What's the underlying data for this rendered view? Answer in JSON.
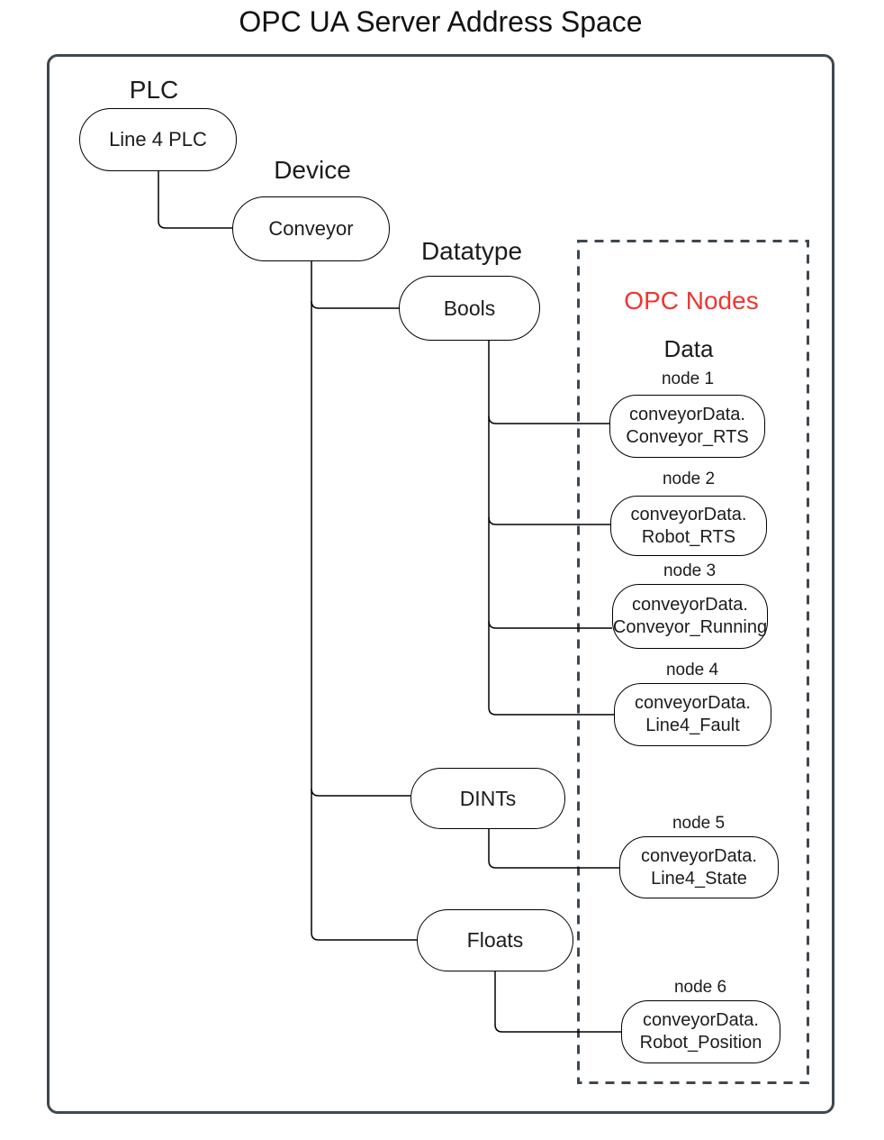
{
  "title": "OPC UA Server Address Space",
  "colors": {
    "frame": "#3f474f",
    "edge": "#000000",
    "nodeBorder": "#000000",
    "opcRed": "#f03530"
  },
  "plc": {
    "group_label": "PLC",
    "node_label": "Line 4 PLC"
  },
  "device": {
    "group_label": "Device",
    "node_label": "Conveyor"
  },
  "datatypes": {
    "group_label": "Datatype",
    "bools": "Bools",
    "dints": "DINTs",
    "floats": "Floats"
  },
  "opc": {
    "box_title": "OPC Nodes",
    "section_label": "Data",
    "nodes": [
      {
        "id": "node 1",
        "line1": "conveyorData.",
        "line2": "Conveyor_RTS"
      },
      {
        "id": "node 2",
        "line1": "conveyorData.",
        "line2": "Robot_RTS"
      },
      {
        "id": "node 3",
        "line1": "conveyorData.",
        "line2": "Conveyor_Running"
      },
      {
        "id": "node 4",
        "line1": "conveyorData.",
        "line2": "Line4_Fault"
      },
      {
        "id": "node 5",
        "line1": "conveyorData.",
        "line2": "Line4_State"
      },
      {
        "id": "node 6",
        "line1": "conveyorData.",
        "line2": "Robot_Position"
      }
    ]
  },
  "edges": [
    {
      "from": "Line 4 PLC",
      "to": "Conveyor"
    },
    {
      "from": "Conveyor",
      "to": "Bools"
    },
    {
      "from": "Conveyor",
      "to": "DINTs"
    },
    {
      "from": "Conveyor",
      "to": "Floats"
    },
    {
      "from": "Bools",
      "to": "conveyorData.Conveyor_RTS"
    },
    {
      "from": "Bools",
      "to": "conveyorData.Robot_RTS"
    },
    {
      "from": "Bools",
      "to": "conveyorData.Conveyor_Running"
    },
    {
      "from": "Bools",
      "to": "conveyorData.Line4_Fault"
    },
    {
      "from": "DINTs",
      "to": "conveyorData.Line4_State"
    },
    {
      "from": "Floats",
      "to": "conveyorData.Robot_Position"
    }
  ]
}
